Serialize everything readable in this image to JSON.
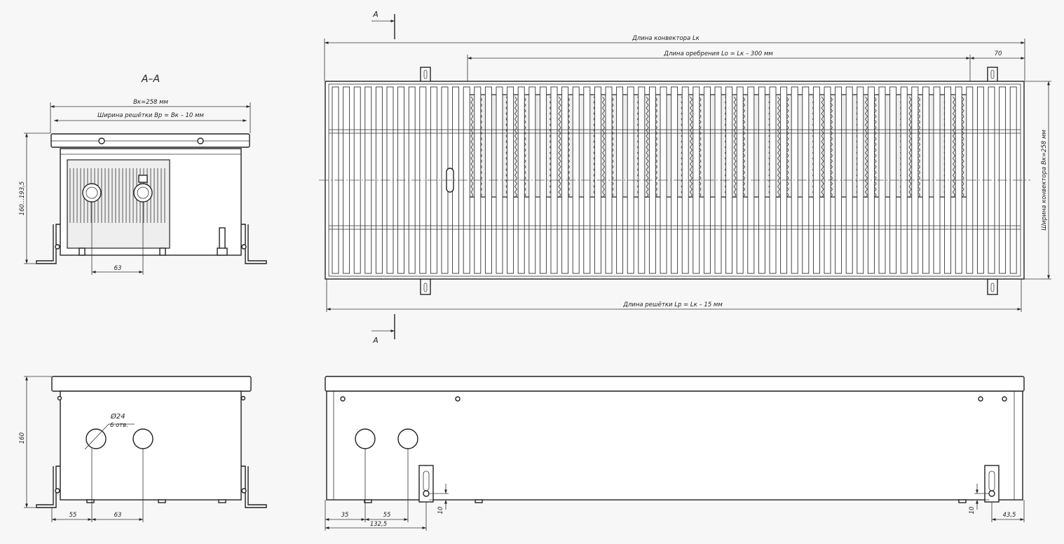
{
  "section": {
    "view_label": "А–А",
    "width_label": "Вк=258 мм",
    "grill_width_label": "Ширина решётки Вр = Вк – 10 мм",
    "height_label": "160...193,5",
    "pipe_spacing_label": "63"
  },
  "plan": {
    "section_marker": "А",
    "length_label": "Длина конвектора Lк",
    "fin_length_label": "Длина оребрения Lо = Lк – 300 мм",
    "end_offset_label": "70",
    "width_label": "Ширина конвектора Вк=258 мм",
    "grill_length_label": "Длина решётки Lр = Lк – 15 мм"
  },
  "end_view": {
    "height_label": "160",
    "hole_diameter_label": "Ø24",
    "hole_count_label": "6 отв.",
    "offset_left_label": "55",
    "hole_spacing_label": "63"
  },
  "front_view": {
    "dim_35": "35",
    "dim_55": "55",
    "dim_132": "132,5",
    "dim_10_left": "10",
    "dim_10_right": "10",
    "dim_43": "43,5"
  },
  "colors": {
    "background": "#f7f7f7",
    "line": "#222222"
  }
}
